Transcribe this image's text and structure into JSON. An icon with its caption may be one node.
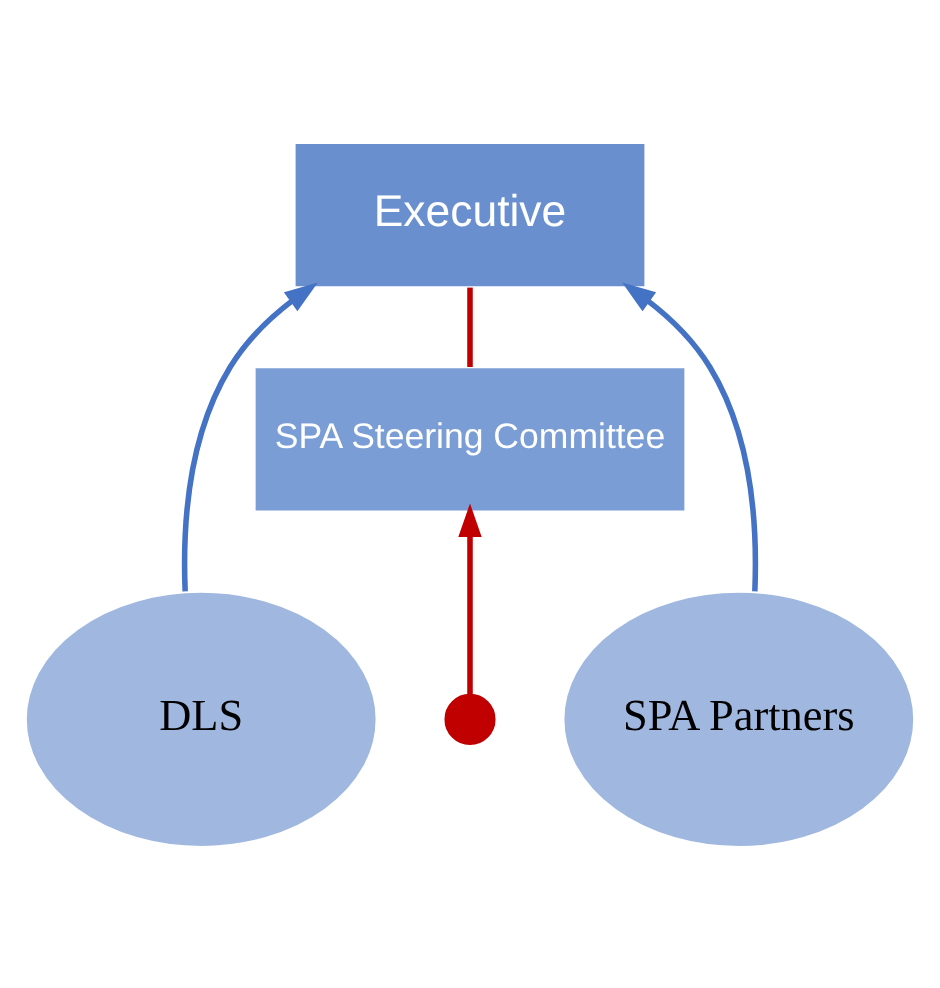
{
  "diagram": {
    "nodes": [
      {
        "text": [
          "Executive"
        ]
      },
      {
        "text": [
          "SPA Steering Committee"
        ]
      },
      {
        "text": [
          "DLS"
        ]
      },
      {
        "text": [
          "SPA Partners"
        ]
      },
      {
        "text": [],
        "shape": "circle"
      }
    ],
    "edges": [
      {
        "from": 2,
        "to": 0,
        "arrow": "to"
      },
      {
        "from": 3,
        "to": 0,
        "arrow": "to"
      },
      {
        "from": 4,
        "to": 1,
        "arrow": "to",
        "color": "#c00000"
      },
      {
        "from": 1,
        "to": 0,
        "arrow": "none",
        "color": "#c00000"
      }
    ]
  }
}
